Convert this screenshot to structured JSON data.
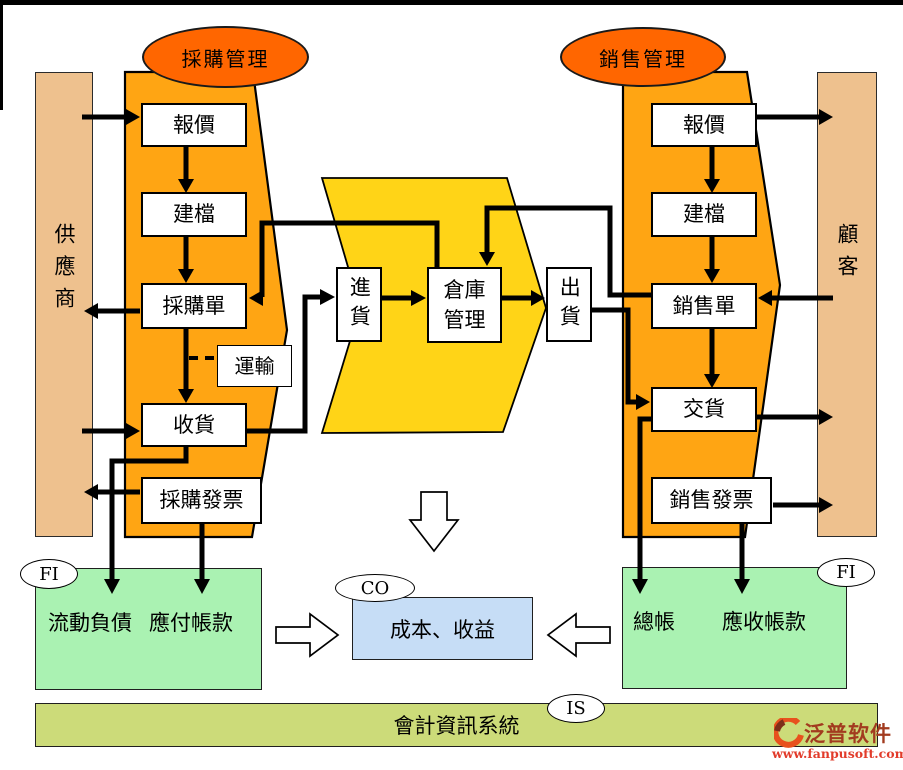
{
  "diagram": {
    "purchase_title": "採購管理",
    "sales_title": "銷售管理",
    "supplier": "供應商",
    "customer": "顧客",
    "purchase": {
      "quote": "報價",
      "record": "建檔",
      "order": "採購單",
      "transport": "運輸",
      "receive": "收貨",
      "invoice": "採購發票"
    },
    "logistics": {
      "inbound": "進貨",
      "warehouse": "倉庫管理",
      "outbound": "出貨"
    },
    "sales": {
      "quote": "報價",
      "record": "建檔",
      "order": "銷售單",
      "delivery": "交貨",
      "invoice": "銷售發票"
    },
    "finance": {
      "fi_left": "FI",
      "fi_right": "FI",
      "co": "CO",
      "is": "IS",
      "current_liabilities": "流動負債",
      "accounts_payable": "應付帳款",
      "general_ledger": "總帳",
      "accounts_receivable": "應收帳款",
      "cost_revenue": "成本、收益",
      "accounting_system": "會計資訊系統"
    },
    "watermark": {
      "brand": "泛普软件",
      "url": "www.fanpusoft.com"
    },
    "colors": {
      "ellipse_orange": "#ff6600",
      "pentagon_orange": "#ffa513",
      "chevron_yellow": "#ffd417",
      "tan": "#eec18e",
      "green": "#aaf2b2",
      "blue": "#c6ddf6",
      "olive": "#ccdb79",
      "line_black": "#000000",
      "brand_red": "#a23b1f",
      "url_red": "#e23b2a"
    }
  }
}
